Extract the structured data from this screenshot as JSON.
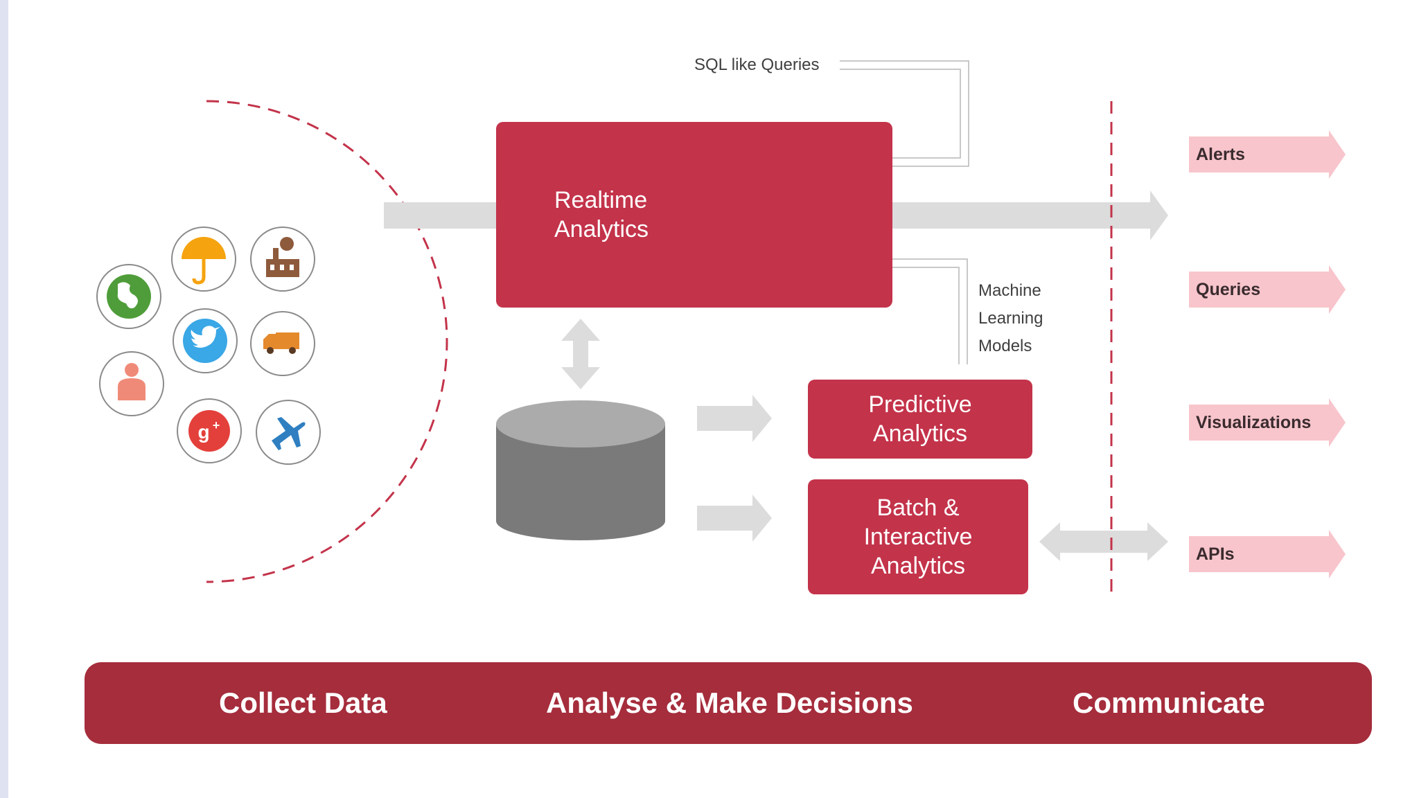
{
  "diagram": {
    "sql_label": "SQL like Queries",
    "ml_label": "Machine\nLearning\nModels",
    "realtime": "Realtime\nAnalytics",
    "predictive": "Predictive\nAnalytics",
    "batch": "Batch &\nInteractive\nAnalytics",
    "outputs": [
      {
        "label": "Alerts"
      },
      {
        "label": "Queries"
      },
      {
        "label": "Visualizations"
      },
      {
        "label": "APIs"
      }
    ],
    "sources": [
      {
        "icon": "globe-icon"
      },
      {
        "icon": "umbrella-icon"
      },
      {
        "icon": "factory-icon"
      },
      {
        "icon": "twitter-icon"
      },
      {
        "icon": "truck-icon"
      },
      {
        "icon": "person-icon"
      },
      {
        "icon": "google-plus-icon"
      },
      {
        "icon": "airplane-icon"
      }
    ]
  },
  "steps": {
    "collect": "Collect Data",
    "analyse": "Analyse &  Make Decisions",
    "communicate": "Communicate"
  },
  "colors": {
    "box": "#c3334a",
    "bar": "#a52d3c",
    "arrow_gray": "#dcdcdc",
    "output_pink": "#f8c5cc",
    "accent_orange": "#f5a30e",
    "gear_orange": "#f0762a",
    "dashed_red": "#c3334a"
  }
}
